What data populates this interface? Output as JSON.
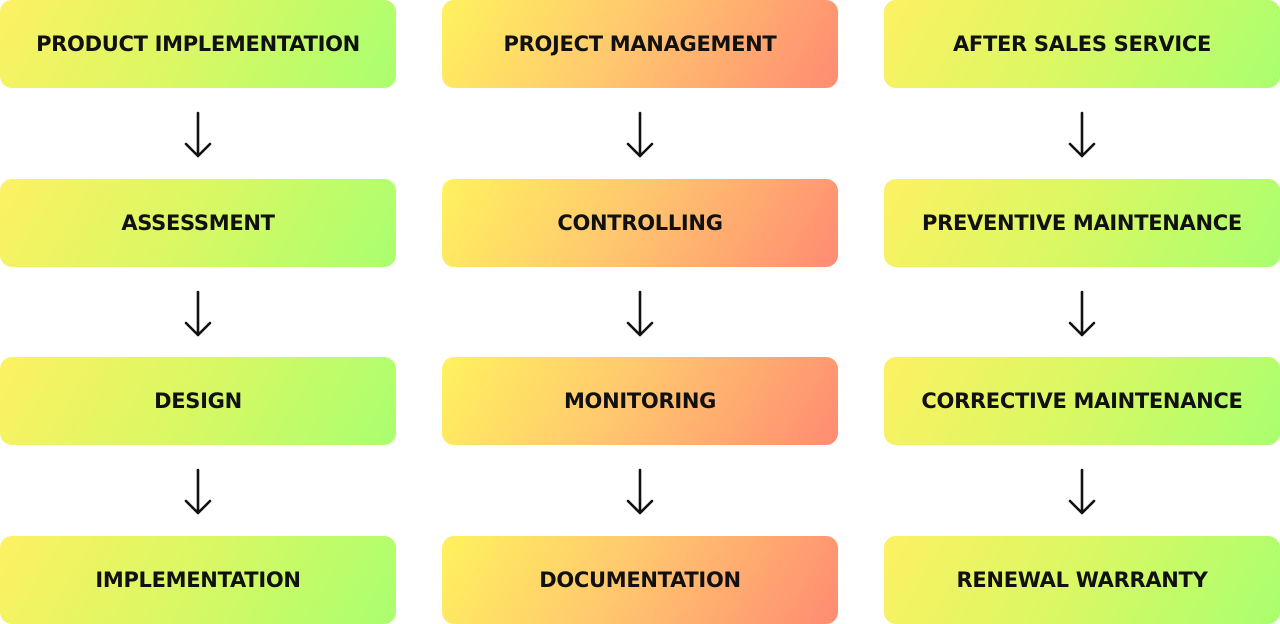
{
  "columns": [
    {
      "boxes": [
        "PRODUCT IMPLEMENTATION",
        "ASSESSMENT",
        "DESIGN",
        "IMPLEMENTATION"
      ]
    },
    {
      "boxes": [
        "PROJECT MANAGEMENT",
        "CONTROLLING",
        "MONITORING",
        "DOCUMENTATION"
      ]
    },
    {
      "boxes": [
        "AFTER SALES SERVICE",
        "PREVENTIVE MAINTENANCE",
        "CORRECTIVE MAINTENANCE",
        "RENEWAL WARRANTY"
      ]
    }
  ],
  "colors": {
    "green_gradient": [
      "#fdf163",
      "#d8f863",
      "#a9ff6f"
    ],
    "orange_gradient": [
      "#fff25e",
      "#ffc86e",
      "#ff8b72"
    ],
    "text": "#111111",
    "arrow": "#111111"
  },
  "icons": {
    "connector": "arrow-down-icon"
  }
}
